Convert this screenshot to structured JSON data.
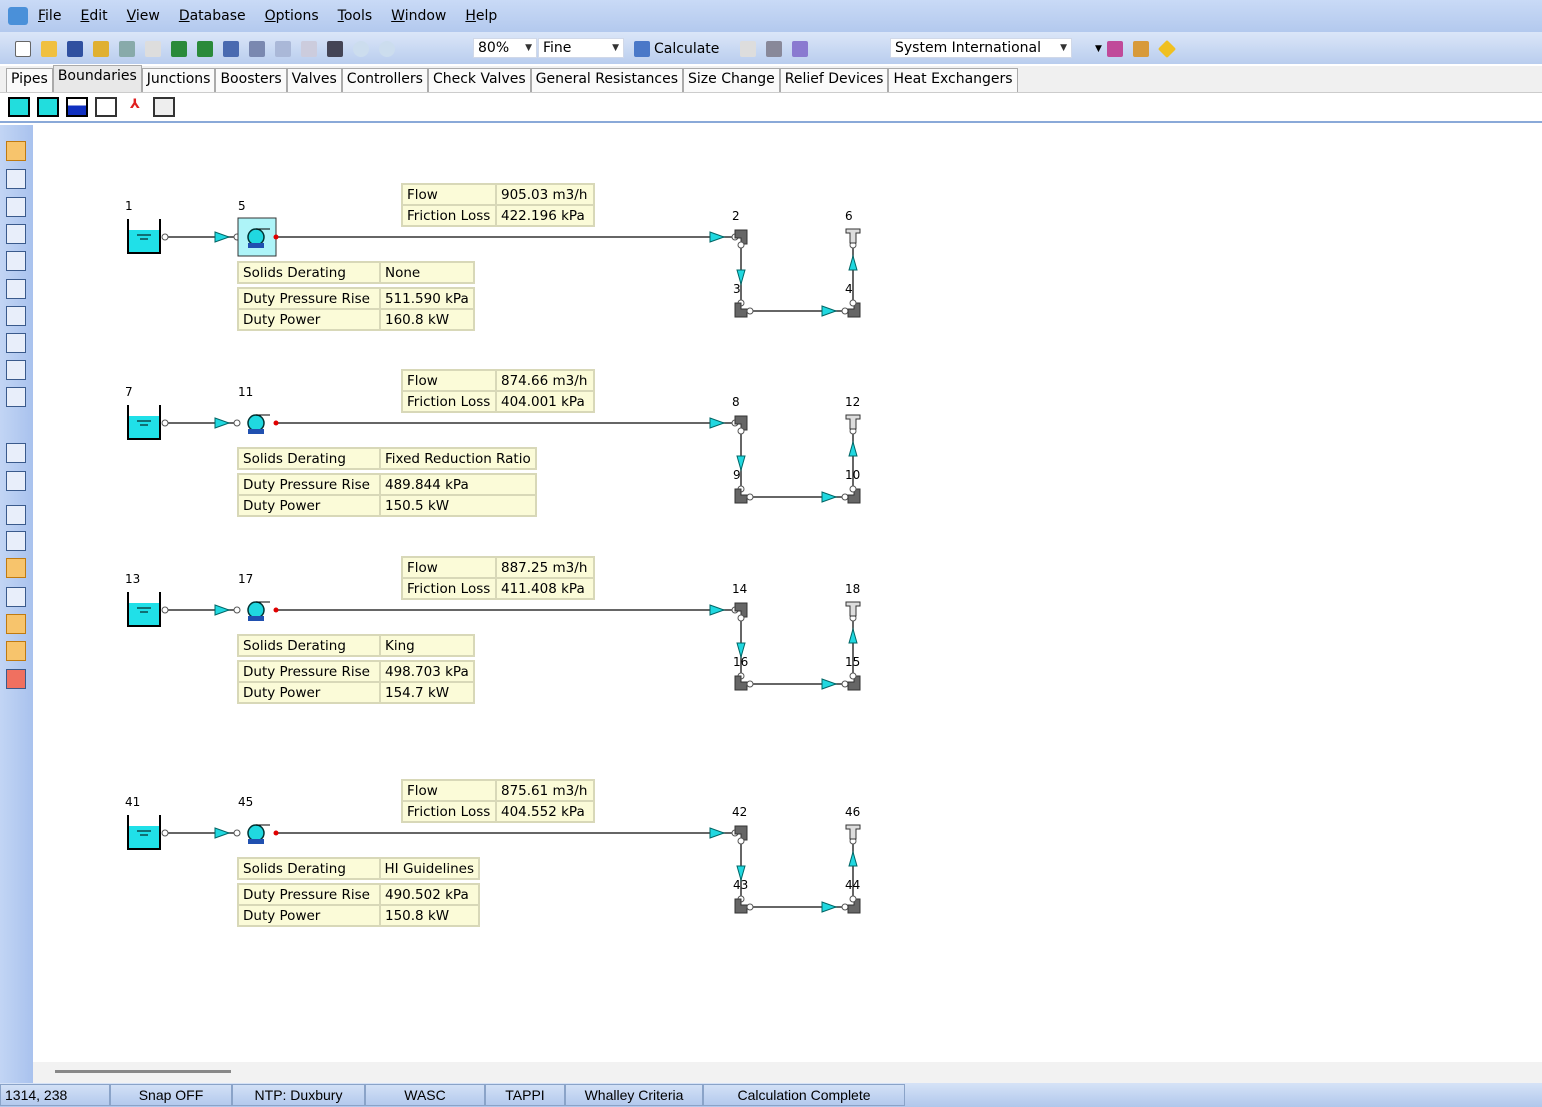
{
  "menu": [
    "File",
    "Edit",
    "View",
    "Database",
    "Options",
    "Tools",
    "Window",
    "Help"
  ],
  "toolbar": {
    "zoom": "80%",
    "quality": "Fine",
    "calculate": "Calculate",
    "units": "System International"
  },
  "tabs": [
    "Pipes",
    "Boundaries",
    "Junctions",
    "Boosters",
    "Valves",
    "Controllers",
    "Check Valves",
    "General Resistances",
    "Size Change",
    "Relief Devices",
    "Heat Exchangers"
  ],
  "active_tab": "Boundaries",
  "labels": {
    "flow": "Flow",
    "friction": "Friction Loss",
    "solids": "Solids Derating",
    "dpr": "Duty Pressure Rise",
    "power": "Duty Power"
  },
  "rows": [
    {
      "tank": "1",
      "pump": "5",
      "j1": "2",
      "j2": "6",
      "j3": "3",
      "j4": "4",
      "flow": "905.03 m3/h",
      "friction": "422.196 kPa",
      "solids": "None",
      "dpr": "511.590 kPa",
      "power": "160.8 kW",
      "selected": true
    },
    {
      "tank": "7",
      "pump": "11",
      "j1": "8",
      "j2": "12",
      "j3": "9",
      "j4": "10",
      "flow": "874.66 m3/h",
      "friction": "404.001 kPa",
      "solids": "Fixed Reduction Ratio",
      "dpr": "489.844 kPa",
      "power": "150.5 kW"
    },
    {
      "tank": "13",
      "pump": "17",
      "j1": "14",
      "j2": "18",
      "j3": "16",
      "j4": "15",
      "flow": "887.25 m3/h",
      "friction": "411.408 kPa",
      "solids": "King",
      "dpr": "498.703 kPa",
      "power": "154.7 kW"
    },
    {
      "tank": "41",
      "pump": "45",
      "j1": "42",
      "j2": "46",
      "j3": "43",
      "j4": "44",
      "flow": "875.61 m3/h",
      "friction": "404.552 kPa",
      "solids": "HI Guidelines",
      "dpr": "490.502 kPa",
      "power": "150.8 kW"
    }
  ],
  "status": [
    "1314, 238",
    "Snap OFF",
    "NTP: Duxbury",
    "WASC",
    "TAPPI",
    "Whalley Criteria",
    "Calculation Complete"
  ]
}
